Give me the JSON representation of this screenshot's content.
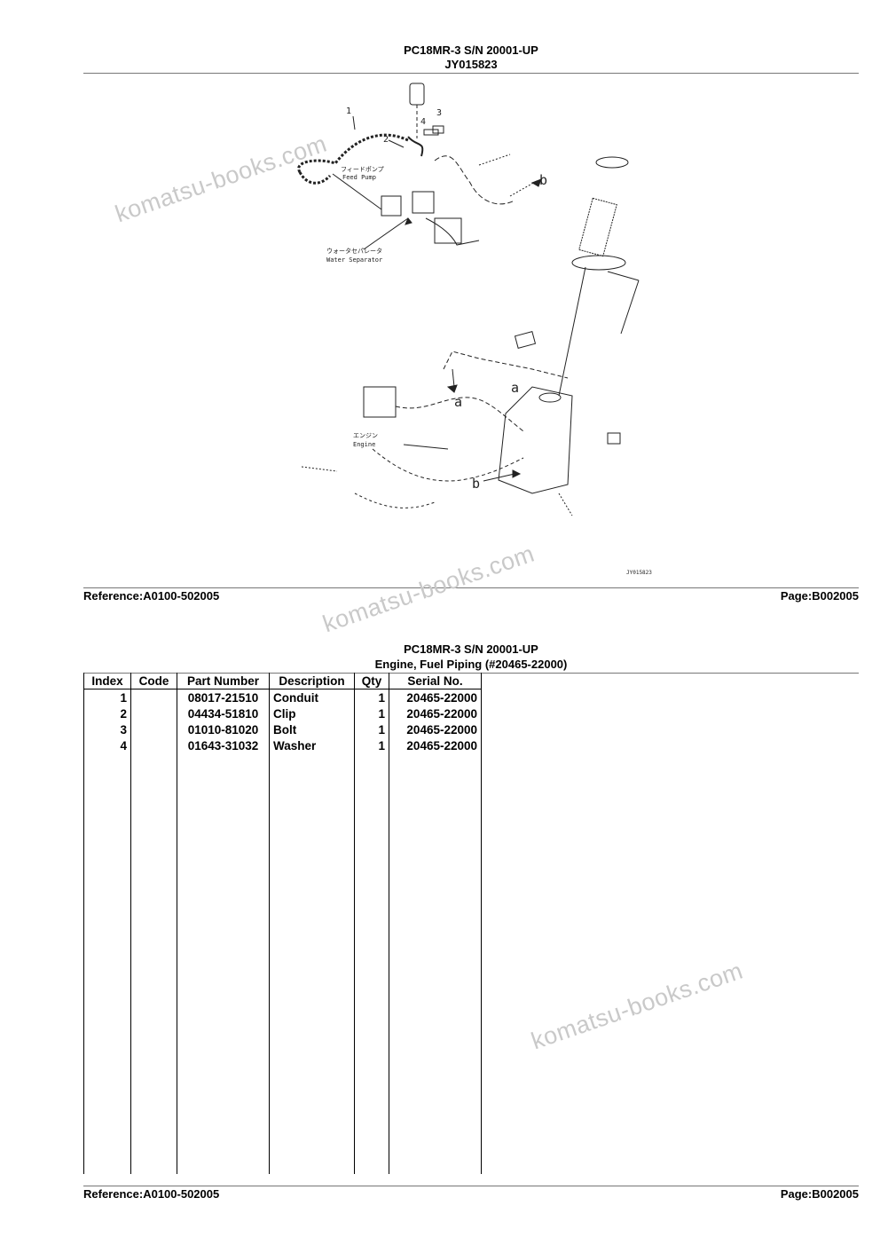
{
  "header": {
    "model": "PC18MR-3 S/N 20001-UP",
    "illustration_id": "JY015823"
  },
  "diagram": {
    "callouts": [
      "1",
      "2",
      "3",
      "4",
      "a",
      "a",
      "b",
      "b"
    ],
    "labels": {
      "feed_pump_jp": "フィードポンプ",
      "feed_pump_en": "Feed Pump",
      "water_sep_jp": "ウォータセパレータ",
      "water_sep_en": "Water Separator",
      "engine_jp": "エンジン",
      "engine_en": "Engine",
      "drawing_code": "JY015823"
    }
  },
  "footer_top": {
    "reference": "Reference:A0100-502005",
    "page": "Page:B002005"
  },
  "parts_section": {
    "model": "PC18MR-3 S/N 20001-UP",
    "title": "Engine, Fuel Piping (#20465-22000)",
    "columns": [
      "Index",
      "Code",
      "Part Number",
      "Description",
      "Qty",
      "Serial No."
    ],
    "rows": [
      {
        "index": "1",
        "code": "",
        "part_number": "08017-21510",
        "description": "Conduit",
        "qty": "1",
        "serial": "20465-22000"
      },
      {
        "index": "2",
        "code": "",
        "part_number": "04434-51810",
        "description": "Clip",
        "qty": "1",
        "serial": "20465-22000"
      },
      {
        "index": "3",
        "code": "",
        "part_number": "01010-81020",
        "description": "Bolt",
        "qty": "1",
        "serial": "20465-22000"
      },
      {
        "index": "4",
        "code": "",
        "part_number": "01643-31032",
        "description": "Washer",
        "qty": "1",
        "serial": "20465-22000"
      }
    ]
  },
  "footer_bottom": {
    "reference": "Reference:A0100-502005",
    "page": "Page:B002005"
  },
  "watermarks": [
    "komatsu-books.com",
    "komatsu-books.com",
    "komatsu-books.com"
  ]
}
